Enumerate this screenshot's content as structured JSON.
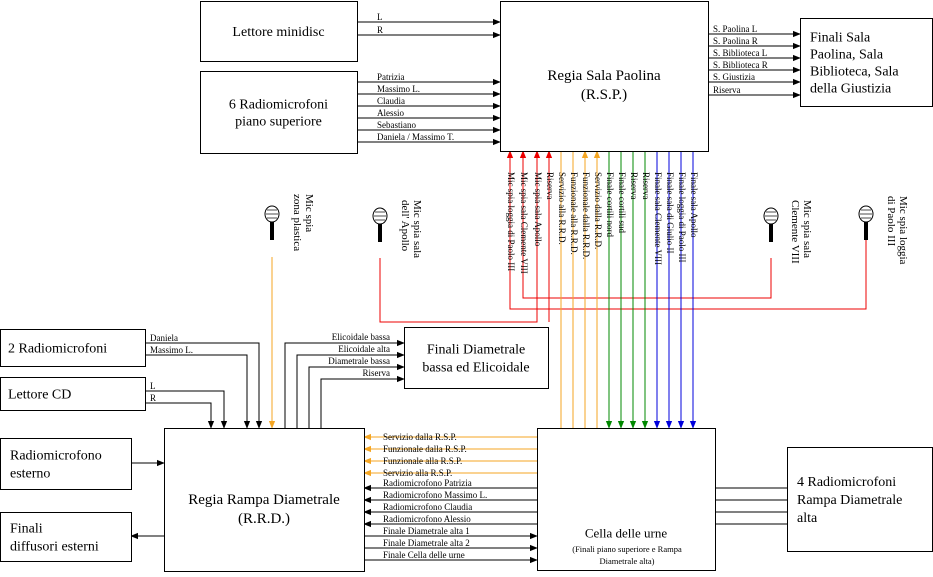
{
  "boxes": {
    "lettore_minidisc": [
      "Lettore minidisc"
    ],
    "radiomic_6": [
      "6 Radiomicrofoni",
      "piano superiore"
    ],
    "regia_paolina": [
      "Regia Sala Paolina",
      "(R.S.P.)"
    ],
    "finali_sala": [
      "Finali Sala",
      "Paolina, Sala",
      "Biblioteca, Sala",
      "della Giustizia"
    ],
    "radiomic_2": [
      "2 Radiomicrofoni"
    ],
    "lettore_cd": [
      "Lettore CD"
    ],
    "radiomic_esterno": [
      "Radiomicrofono",
      "esterno"
    ],
    "finali_diffusori": [
      "Finali",
      "diffusori esterni"
    ],
    "finali_diametrale": [
      "Finali Diametrale",
      "bassa ed Elicoidale"
    ],
    "regia_rampa": [
      "Regia Rampa Diametrale",
      "(R.R.D.)"
    ],
    "cella_urne": [
      "Cella delle urne"
    ],
    "cella_urne_sub": [
      "(Finali piano superiore e Rampa",
      "Diametrale alta)"
    ],
    "radiomic_4": [
      "4 Radiomicrofoni",
      "Rampa Diametrale",
      "alta"
    ]
  },
  "signals": {
    "minidisc": [
      "L",
      "R"
    ],
    "piano_superiore": [
      "Patrizia",
      "Massimo L.",
      "Claudia",
      "Alessio",
      "Sebastiano",
      "Daniela / Massimo T."
    ],
    "paolina_outputs": [
      "S. Paolina L",
      "S. Paolina R",
      "S. Biblioteca L",
      "S. Biblioteca R",
      "S. Giustizia",
      "Riserva"
    ],
    "radiomic_2": [
      "Daniela",
      "Massimo L."
    ],
    "cd": [
      "L",
      "R"
    ],
    "diametrale_outputs": [
      "Elicoidale bassa",
      "Elicoidale alta",
      "Diametrale bassa",
      "Riserva"
    ],
    "vertical": [
      "Mic spia loggia di Paolo III",
      "Mic spia sala Clemente VIII",
      "Mic spia sala Apollo",
      "Riserva",
      "Servizio alla R.R.D.",
      "Funzionale alla R.R.D.",
      "Funzionale dalla R.R.D.",
      "Servizio dalla R.R.D.",
      "Finale cortili nord",
      "Finale cortili sud",
      "Riserva",
      "Riserva",
      "Finale sala Clemente VIII",
      "Finale sala di Giulio II",
      "Finale loggia di Paolo III",
      "Finale sala Apollo"
    ],
    "rrd_inputs": [
      "Servizio dalla R.S.P.",
      "Funzionale dalla R.S.P.",
      "Funzionale alla R.S.P.",
      "Servizio alla R.S.P."
    ],
    "rampa_alta": [
      "Radiomicrofono Patrizia",
      "Radiomicrofono Massimo L.",
      "Radiomicrofono Claudia",
      "Radiomicrofono Alessio"
    ],
    "cella_outputs": [
      "Finale Diametrale alta 1",
      "Finale Diametrale alta 2",
      "Finale Cella delle urne"
    ]
  },
  "mics": [
    [
      "Mic spia",
      "zona plastica"
    ],
    [
      "Mic spia sala",
      "dell' Apollo"
    ],
    [
      "Mic spia sala",
      "Clemente VIII"
    ],
    [
      "Mic spia loggia",
      "di Paolo III"
    ]
  ],
  "colors": {
    "red": "#ee0000",
    "orange": "#f5a623",
    "green": "#008800",
    "blue": "#0000dd",
    "black": "#000000"
  },
  "icons": [
    "arrow-icon",
    "microphone-icon"
  ]
}
